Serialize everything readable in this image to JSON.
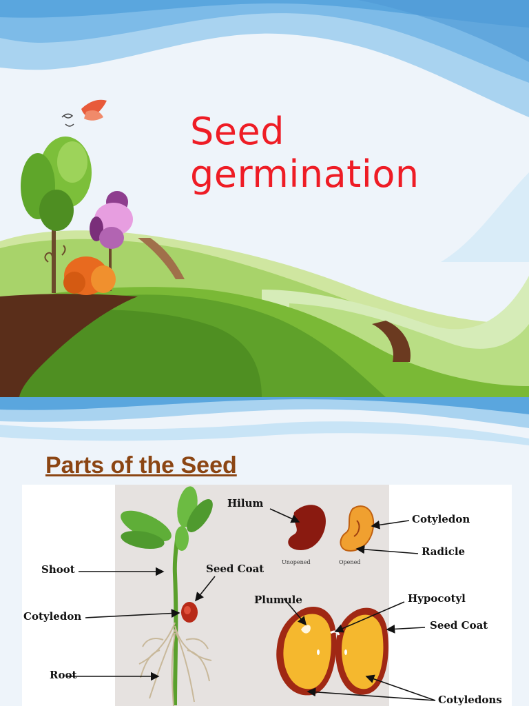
{
  "slide1": {
    "title_line1": "Seed",
    "title_line2": "germination"
  },
  "slide2": {
    "heading": "Parts of the Seed",
    "labels": {
      "shoot": "Shoot",
      "seed_coat_left": "Seed Coat",
      "cotyledon_left": "Cotyledon",
      "root": "Root",
      "hilum": "Hilum",
      "unopened": "Unopened",
      "opened": "Opened",
      "cotyledon_right": "Cotyledon",
      "radicle": "Radicle",
      "plumule": "Plumule",
      "hypocotyl": "Hypocotyl",
      "seed_coat_right": "Seed Coat",
      "cotyledons": "Cotyledons"
    }
  },
  "colors": {
    "title_red": "#ee1c25",
    "heading_brown": "#8b4513"
  }
}
